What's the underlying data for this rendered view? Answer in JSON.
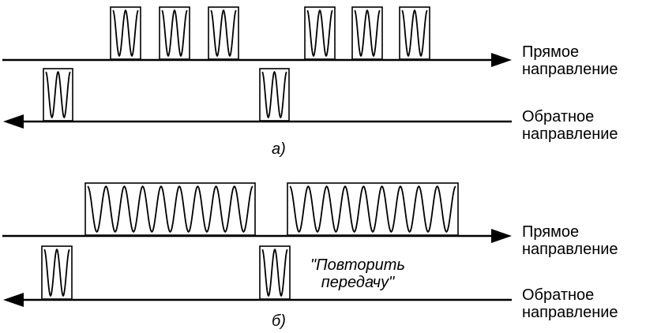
{
  "panel_a": {
    "caption": "а)",
    "forward_label_1": "Прямое",
    "forward_label_2": "направление",
    "reverse_label_1": "Обратное",
    "reverse_label_2": "направление"
  },
  "panel_b": {
    "caption": "б)",
    "forward_label_1": "Прямое",
    "forward_label_2": "направление",
    "reverse_label_1": "Обратное",
    "reverse_label_2": "направление",
    "note_line_1": "\"Повторить",
    "note_line_2": "передачу\""
  }
}
